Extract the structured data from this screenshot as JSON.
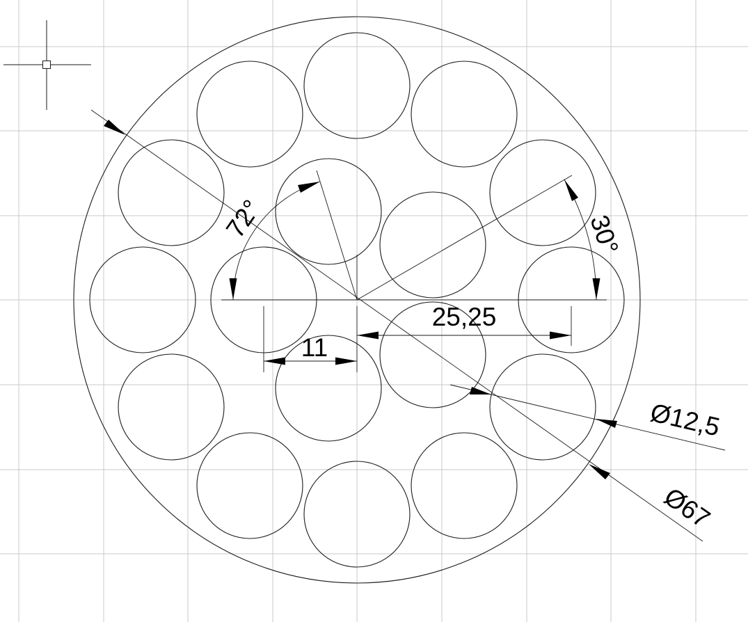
{
  "drawing": {
    "background_color": "#ffffff",
    "grid_color": "#c8c8c8",
    "line_color": "#1a1a1a",
    "cursor_icon": "crosshair-cursor-icon",
    "dimensions": {
      "linear_11": "11",
      "linear_25_25": "25,25",
      "angle_72": "72°",
      "angle_30": "30°",
      "diameter_12_5": "Ø12,5",
      "diameter_67": "Ø67"
    }
  }
}
